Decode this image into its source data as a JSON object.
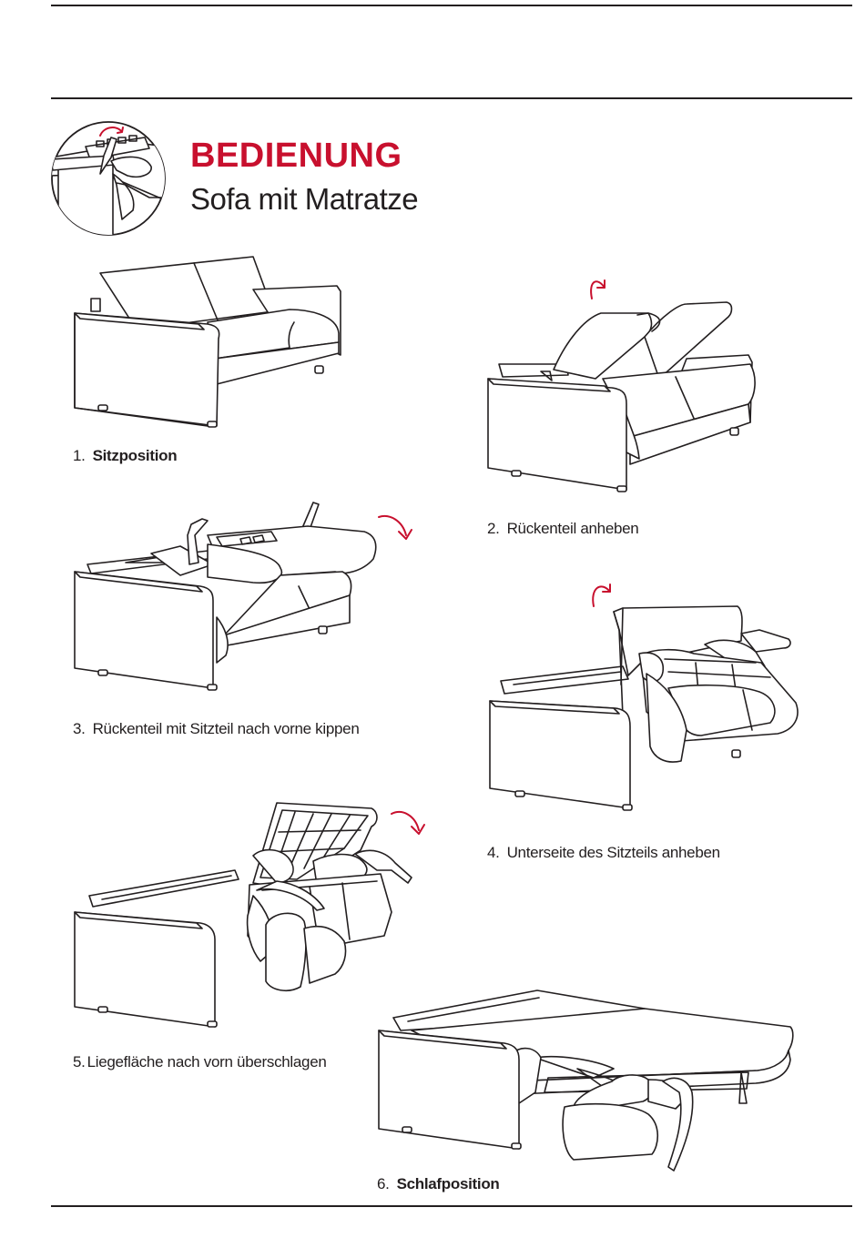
{
  "header": {
    "title": "BEDIENUNG",
    "subtitle": "Sofa mit Matratze"
  },
  "colors": {
    "accent": "#c8102e",
    "line": "#231f20",
    "background": "#ffffff"
  },
  "steps": [
    {
      "number": "1.",
      "label": "Sitzposition",
      "bold": true
    },
    {
      "number": "2.",
      "label": "Rückenteil anheben",
      "bold": false
    },
    {
      "number": "3.",
      "label": "Rückenteil mit Sitzteil nach vorne kippen",
      "bold": false
    },
    {
      "number": "4.",
      "label": "Unterseite des Sitzteils anheben",
      "bold": false
    },
    {
      "number": "5.",
      "label": "Liegefläche nach vorn überschlagen",
      "bold": false
    },
    {
      "number": "6.",
      "label": "Schlafposition",
      "bold": true
    }
  ],
  "icons": {
    "header": "sofa-mechanism-icon",
    "arrow": "rotation-arrow-icon"
  }
}
